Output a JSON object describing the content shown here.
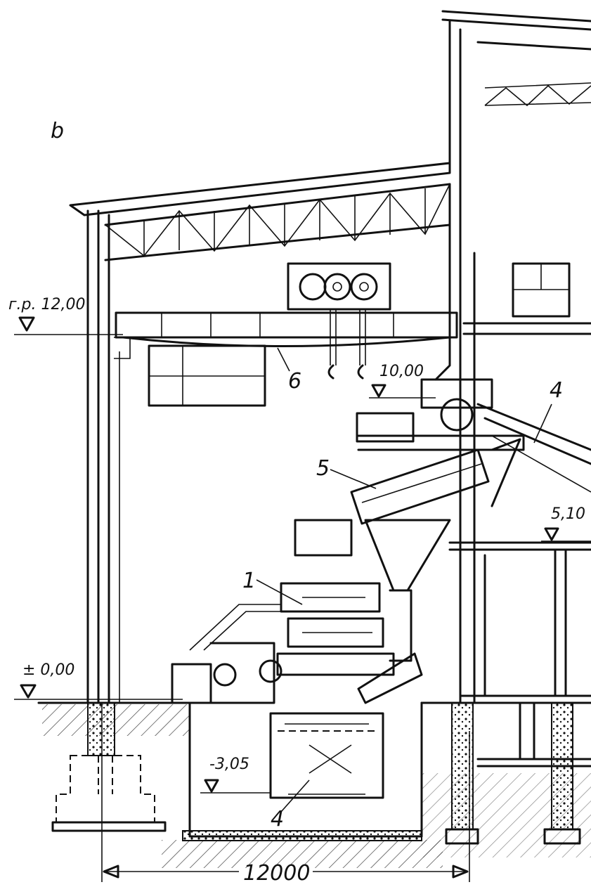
{
  "figure": {
    "panel_letter": "b",
    "levels": {
      "crane_rail": "г.р. 12,00",
      "platform_upper": "10,00",
      "platform_mid": "5,10",
      "ground": "± 0,00",
      "pit": "-3,05"
    },
    "callouts": {
      "item_1": "1",
      "item_4_top": "4",
      "item_4_bottom": "4",
      "item_5": "5",
      "item_6": "6"
    },
    "span_dimension": "12000"
  }
}
